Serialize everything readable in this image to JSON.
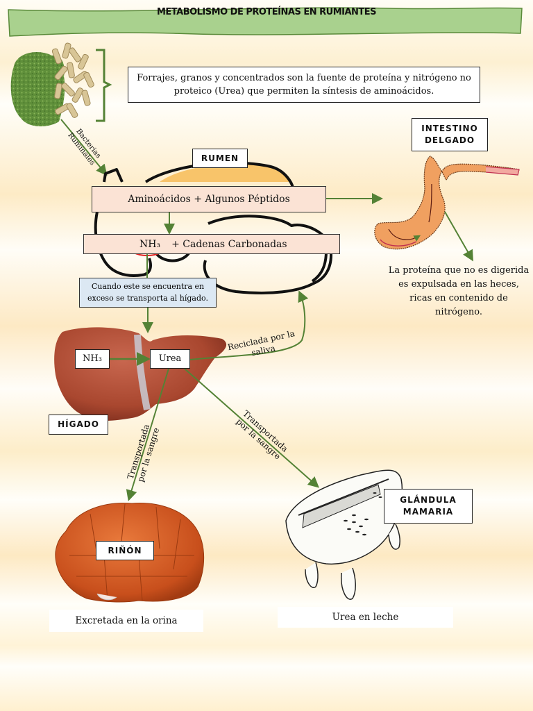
{
  "title": "METABOLISMO DE PROTEÍNAS EN RUMIANTES",
  "colors": {
    "banner_fill": "#a9d18e",
    "banner_stroke": "#5a8a3a",
    "arrow": "#548235",
    "pink_box": "#fbe3d5",
    "blue_box": "#dce8f3",
    "highlight_ellipse": "#e02020"
  },
  "feed": {
    "image_label": "forage-and-pellets",
    "description": "Forrajes, granos y concentrados son la fuente de proteína y nitrógeno no proteico (Urea) que permiten la síntesis de aminoácidos.",
    "arrow_label_line1": "Bacterias",
    "arrow_label_line2": "Ruminales"
  },
  "rumen": {
    "label": "RUMEN",
    "step1": "Aminoácidos +  Algunos Péptidos",
    "step2_nh3": "NH₃",
    "step2_rest": "+  Cadenas Carbonadas",
    "note": "Cuando este se encuentra en exceso se transporta al hígado."
  },
  "intestine": {
    "label_line1": "INTESTINO",
    "label_line2": "DELGADO",
    "description": "La proteína que no es digerida es expulsada en las heces, ricas en contenido de nitrógeno."
  },
  "liver": {
    "label": "HÍGADO",
    "nh3": "NH₃",
    "urea": "Urea",
    "recycle_line1": "Reciclada por la",
    "recycle_line2": "saliva"
  },
  "blood_transport": {
    "line1": "Transportada",
    "line2": "por la sangre"
  },
  "kidney": {
    "label": "RIÑÓN",
    "caption": "Excretada en la orina"
  },
  "mammary": {
    "label_line1": "GLÁNDULA",
    "label_line2": "MAMARIA",
    "caption": "Urea en leche"
  }
}
